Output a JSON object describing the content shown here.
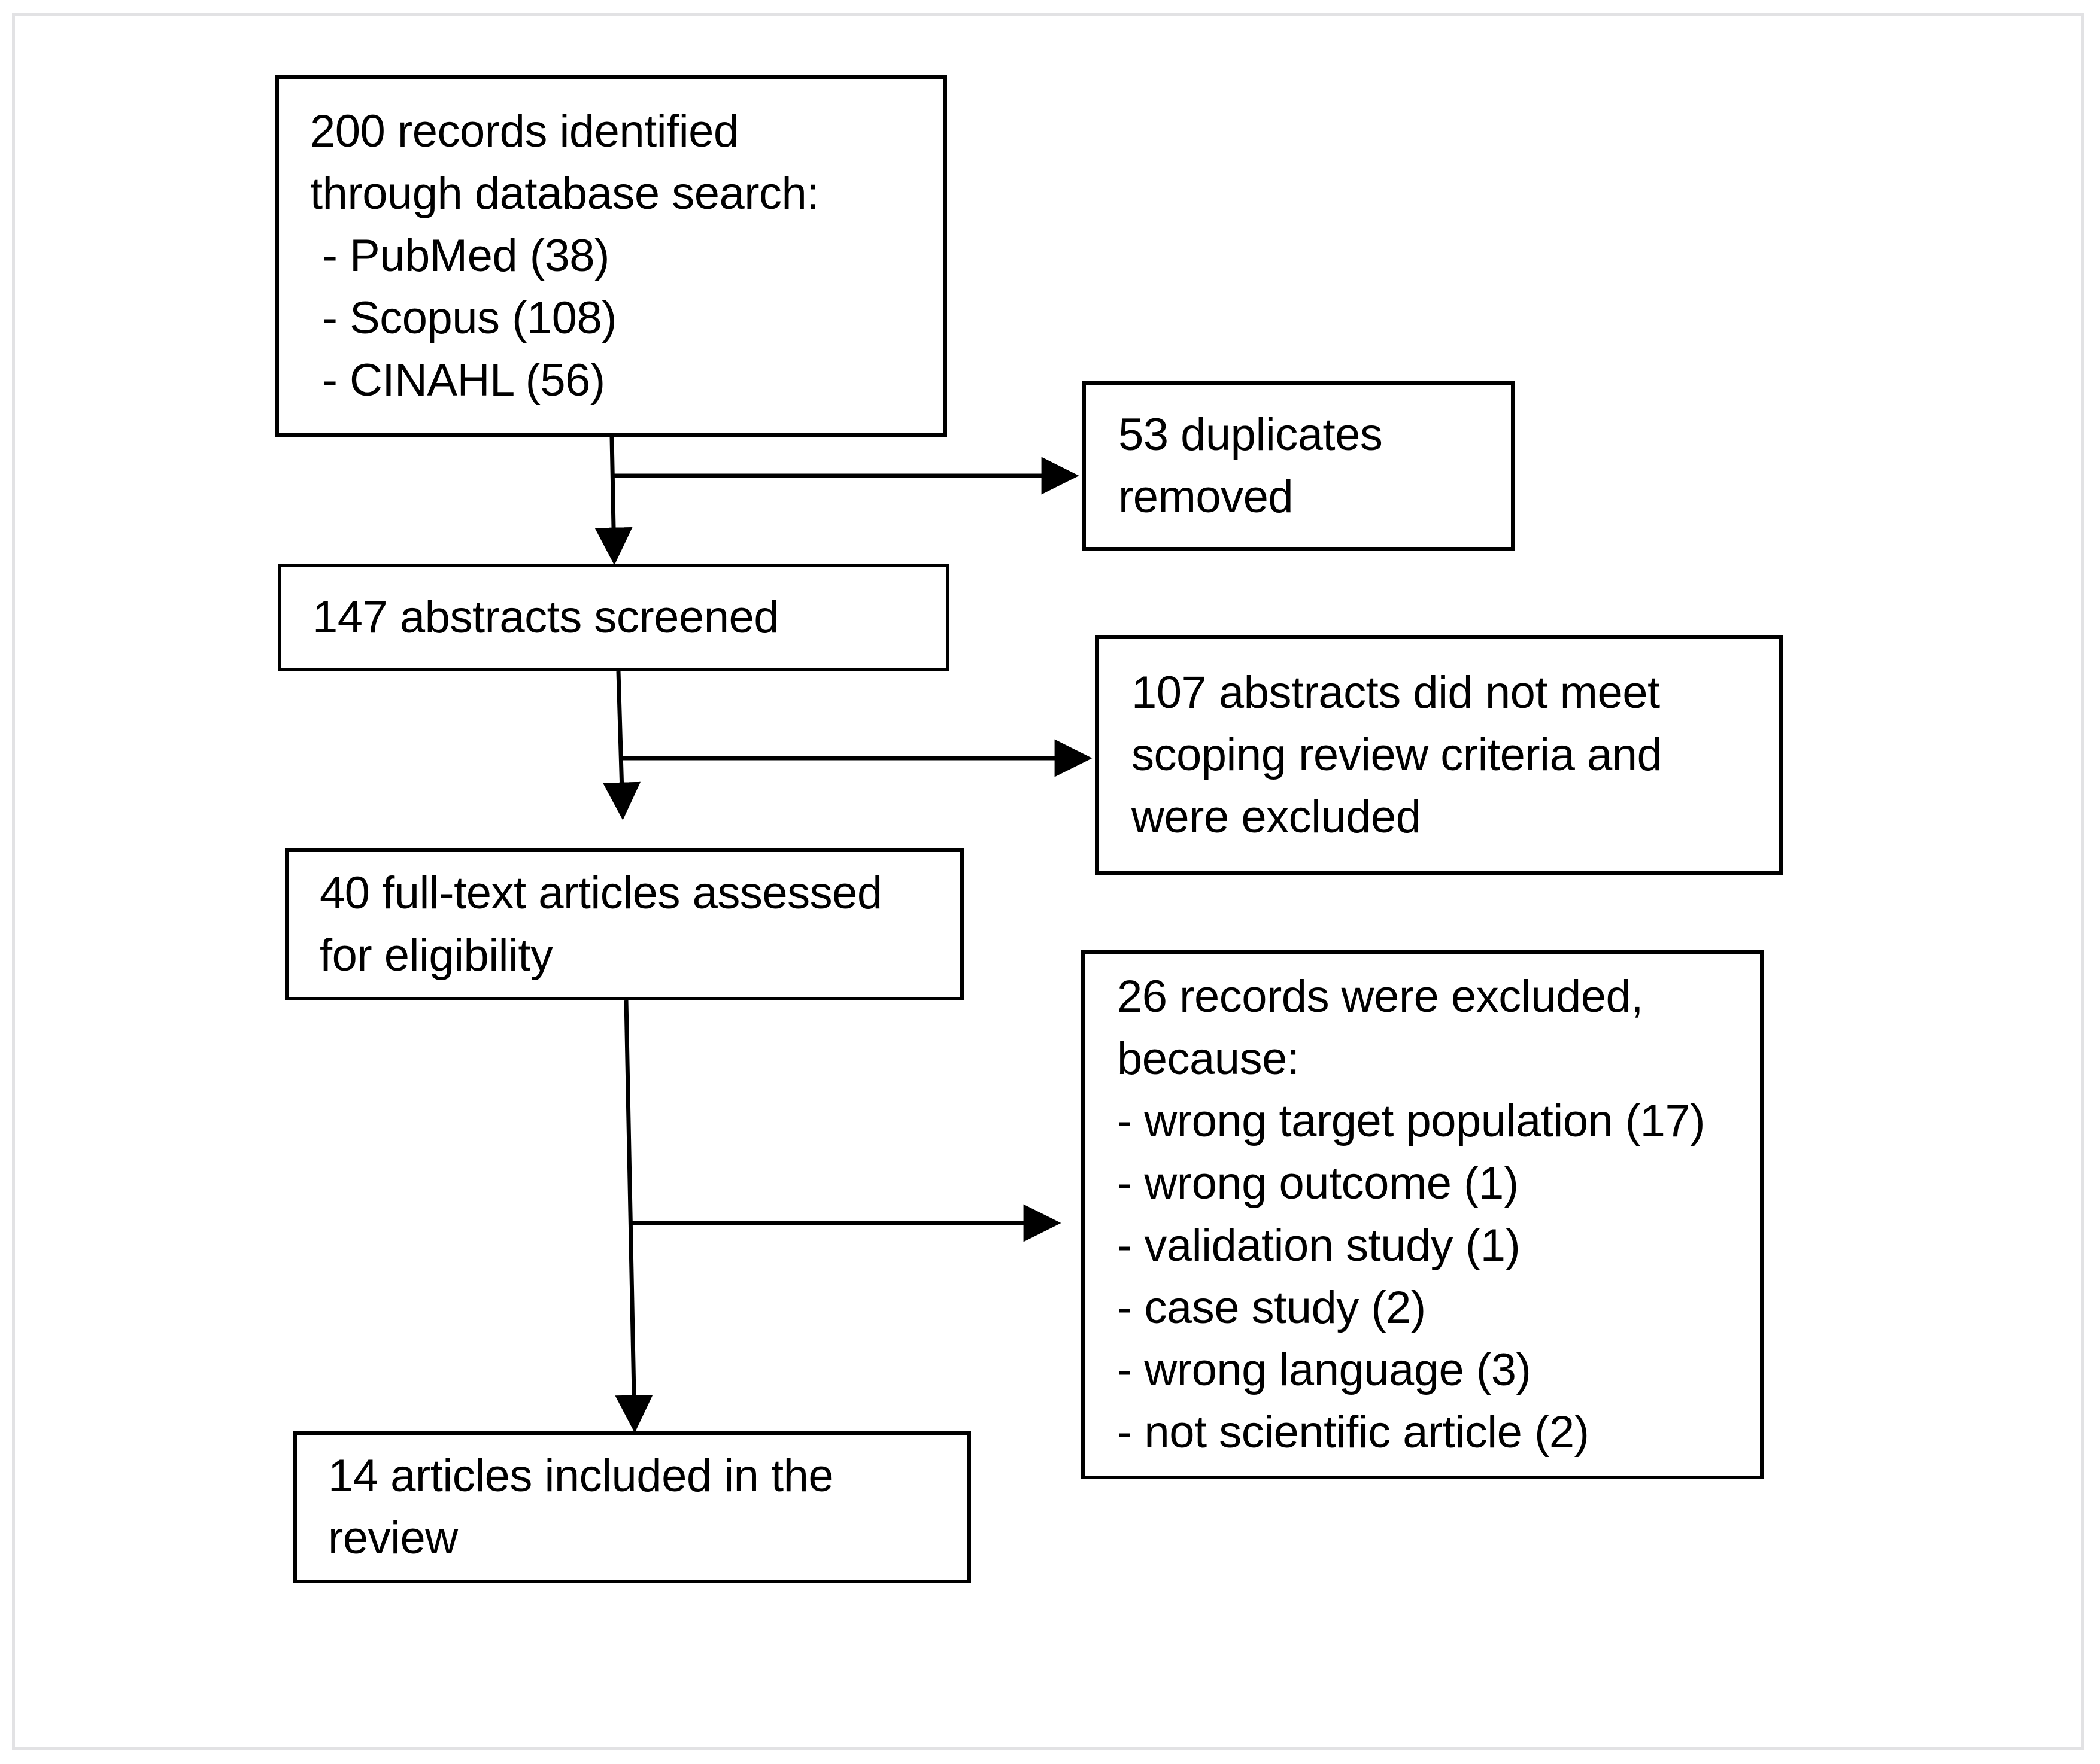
{
  "diagram": {
    "title": "PRISMA study selection flow diagram",
    "type": "flowchart",
    "colors": {
      "box_border": "#000000",
      "page_frame": "#e2e2e4",
      "text": "#000000",
      "background": "#ffffff"
    },
    "boxes": [
      {
        "id": "identification",
        "lines": [
          "200 records identified",
          "through database search:",
          " - PubMed (38)",
          " - Scopus (108)",
          " - CINAHL (56)"
        ],
        "count": 200,
        "sources": [
          {
            "name": "PubMed",
            "count": 38
          },
          {
            "name": "Scopus",
            "count": 108
          },
          {
            "name": "CINAHL",
            "count": 56
          }
        ]
      },
      {
        "id": "duplicates-removed",
        "lines": [
          "53 duplicates",
          "removed"
        ],
        "count": 53
      },
      {
        "id": "abstracts-screened",
        "lines": [
          "147 abstracts screened"
        ],
        "count": 147
      },
      {
        "id": "abstracts-excluded",
        "lines": [
          "107 abstracts did not meet",
          "scoping review criteria and",
          "were excluded"
        ],
        "count": 107
      },
      {
        "id": "fulltext-assessed",
        "lines": [
          "40 full-text articles assessed",
          "for eligibility"
        ],
        "count": 40
      },
      {
        "id": "records-excluded",
        "lines": [
          "26 records were excluded,",
          "because:",
          "- wrong target population (17)",
          "- wrong outcome (1)",
          "- validation study (1)",
          "- case study (2)",
          "- wrong language (3)",
          "- not scientific article (2)"
        ],
        "count": 26,
        "reasons": [
          {
            "reason": "wrong target population",
            "count": 17
          },
          {
            "reason": "wrong outcome",
            "count": 1
          },
          {
            "reason": "validation study",
            "count": 1
          },
          {
            "reason": "case study",
            "count": 2
          },
          {
            "reason": "wrong language",
            "count": 3
          },
          {
            "reason": "not scientific article",
            "count": 2
          }
        ]
      },
      {
        "id": "articles-included",
        "lines": [
          "14 articles included in the",
          "review"
        ],
        "count": 14
      }
    ],
    "connectors": [
      {
        "from": "identification",
        "to": "abstracts-screened",
        "direction": "down"
      },
      {
        "from": "identification",
        "to": "duplicates-removed",
        "direction": "right"
      },
      {
        "from": "abstracts-screened",
        "to": "fulltext-assessed",
        "direction": "down"
      },
      {
        "from": "abstracts-screened",
        "to": "abstracts-excluded",
        "direction": "right"
      },
      {
        "from": "fulltext-assessed",
        "to": "articles-included",
        "direction": "down"
      },
      {
        "from": "fulltext-assessed",
        "to": "records-excluded",
        "direction": "right"
      }
    ]
  },
  "text": {
    "b1_l1": "200 records identified",
    "b1_l2": "through database search:",
    "b1_l3": " - PubMed (38)",
    "b1_l4": " - Scopus (108)",
    "b1_l5": " - CINAHL (56)",
    "b2_l1": "53 duplicates",
    "b2_l2": "removed",
    "b3_l1": "147 abstracts screened",
    "b4_l1": "107 abstracts did not meet",
    "b4_l2": "scoping review criteria and",
    "b4_l3": "were excluded",
    "b5_l1": "40 full-text articles assessed",
    "b5_l2": "for eligibility",
    "b6_l1": "26 records were excluded,",
    "b6_l2": "because:",
    "b6_l3": "- wrong target population (17)",
    "b6_l4": "- wrong outcome (1)",
    "b6_l5": "- validation study (1)",
    "b6_l6": "- case study (2)",
    "b6_l7": "- wrong language (3)",
    "b6_l8": "- not scientific article (2)",
    "b7_l1": "14 articles included in the",
    "b7_l2": "review"
  }
}
